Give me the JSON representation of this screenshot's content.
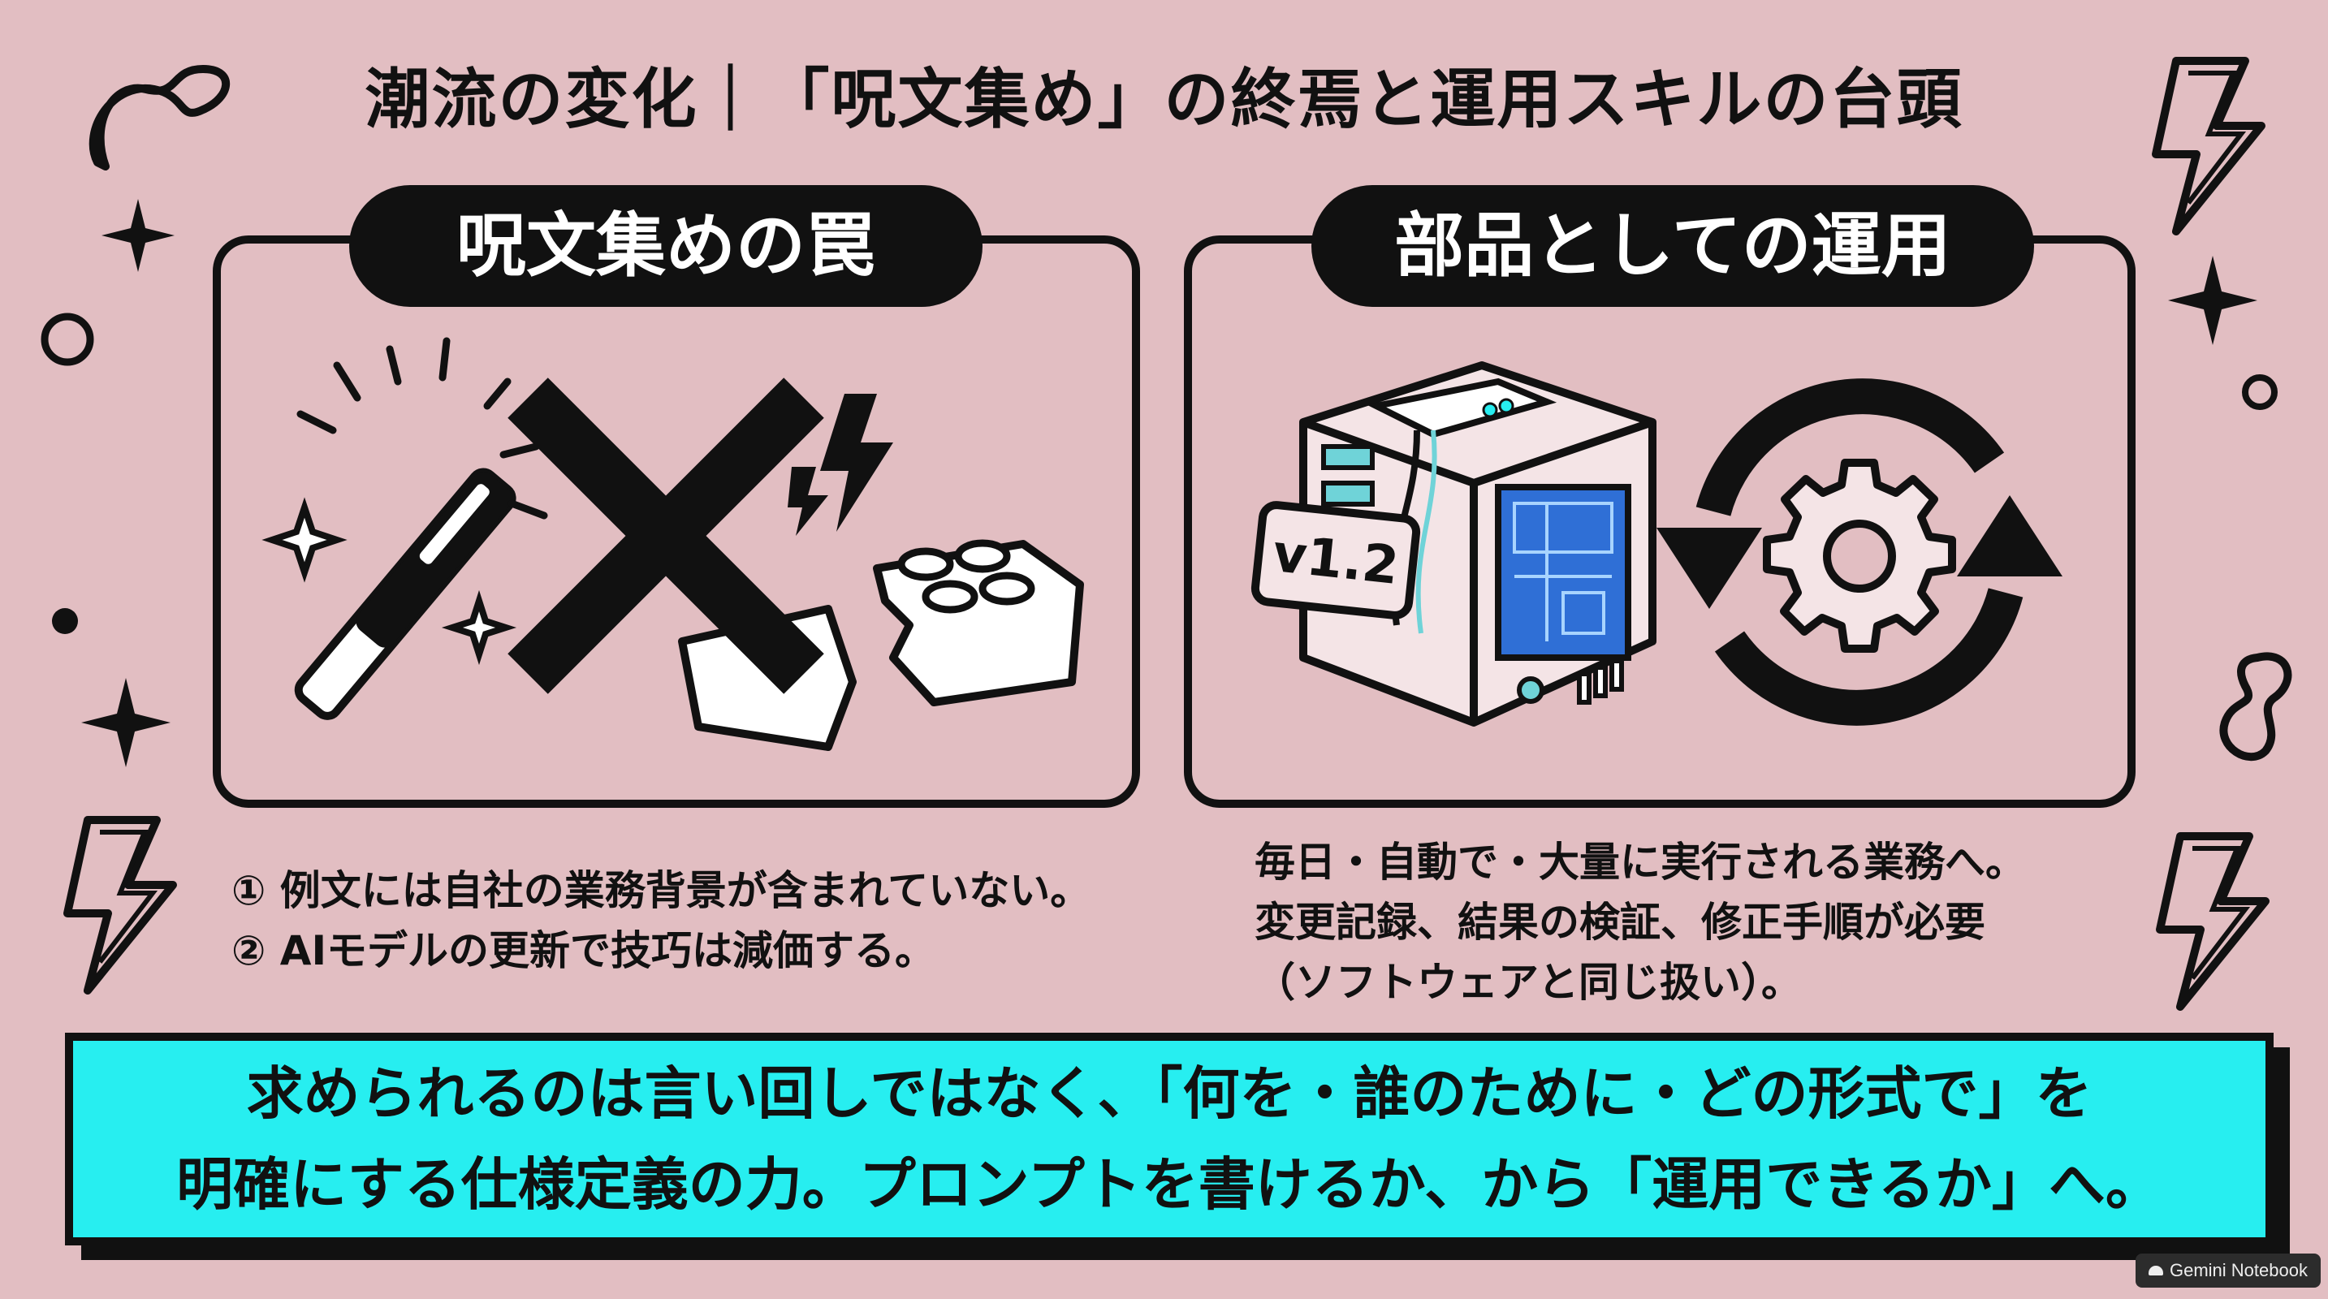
{
  "title": "潮流の変化｜「呪文集め」の終焉と運用スキルの台頭",
  "left_panel": {
    "heading": "呪文集めの罠",
    "lines": [
      "① 例文には自社の業務背景が含まれていない。",
      "② AIモデルの更新で技巧は減価する。"
    ]
  },
  "right_panel": {
    "heading": "部品としての運用",
    "version_tag": "v1.2",
    "lines": [
      "毎日・自動で・大量に実行される業務へ。",
      "変更記録、結果の検証、修正手順が必要",
      "（ソフトウェアと同じ扱い）。"
    ]
  },
  "banner": {
    "line1": "求められるのは言い回しではなく、「何を・誰のために・どの形式で」を",
    "line2": "明確にする仕様定義の力。プロンプトを書けるか、から「運用できるか」へ。"
  },
  "watermark": {
    "label": "Gemini Notebook",
    "icon": "notebook-icon"
  },
  "colors": {
    "background": "#e2bec2",
    "accent_cyan": "#27eef0",
    "ink": "#111111",
    "blueprint": "#2f6fd6"
  },
  "icons": [
    "magic-wand-icon",
    "cross-icon",
    "broken-blocks-icon",
    "lightning-icon",
    "server-icon",
    "gear-icon",
    "cycle-arrows-icon",
    "blueprint-icon",
    "sparkle-icon",
    "bean-icon",
    "circle-icon"
  ]
}
